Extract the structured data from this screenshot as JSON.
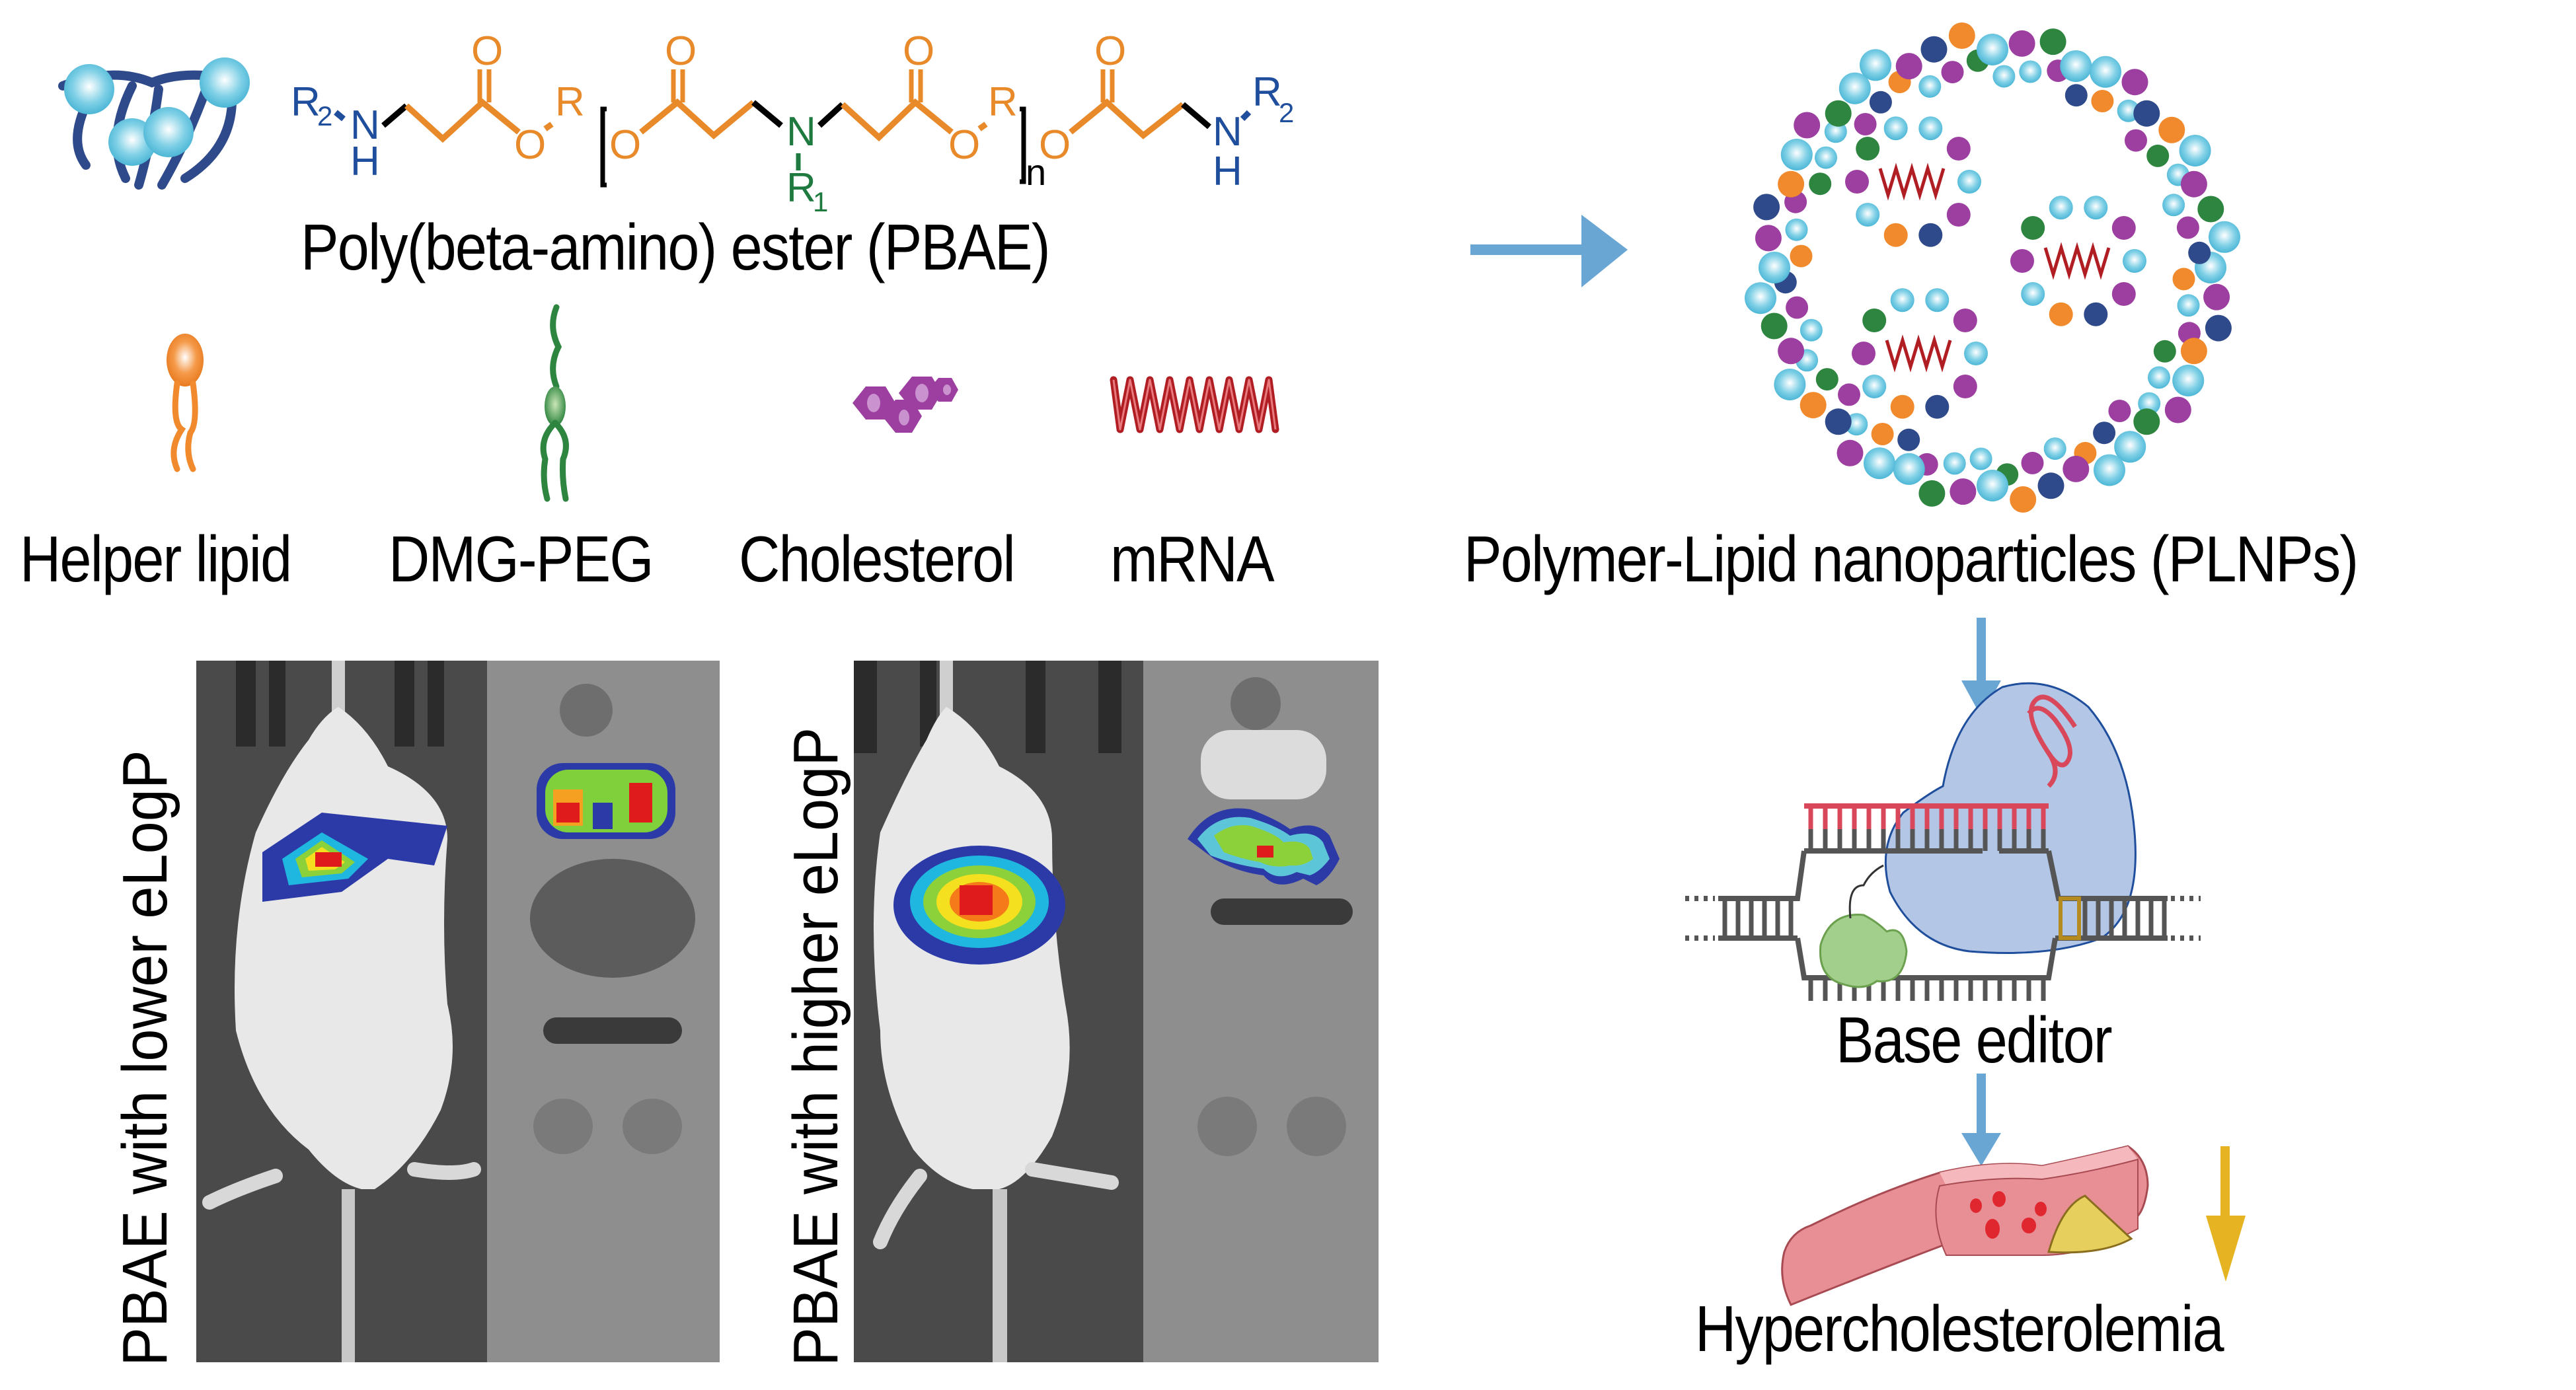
{
  "pbae": {
    "title": "Poly(beta-amino) ester (PBAE)",
    "atoms": {
      "r2_left": "R",
      "r2_left_sub": "2",
      "n_left": "N",
      "h_left": "H",
      "o_carbonyl_1": "O",
      "o_ester_1": "O",
      "r_1": "R",
      "o_ester_2": "O",
      "o_carbonyl_2": "O",
      "n_mid": "N",
      "r1": "R",
      "r1_sub": "1",
      "o_carbonyl_3": "O",
      "o_ester_3": "O",
      "r_2": "R",
      "repeat_n": "n",
      "o_ester_4": "O",
      "o_carbonyl_4": "O",
      "n_right": "N",
      "h_right": "H",
      "r2_right": "R",
      "r2_right_sub": "2"
    },
    "colors": {
      "amine": "#1f4e9c",
      "ester": "#e8892a",
      "r1": "#1e7a3e",
      "bond": "#000000"
    }
  },
  "components": [
    {
      "label": "Helper lipid",
      "icon": "helper-lipid-icon",
      "color": "#f08a2c"
    },
    {
      "label": "DMG-PEG",
      "icon": "dmg-peg-icon",
      "color": "#2e8540"
    },
    {
      "label": "Cholesterol",
      "icon": "cholesterol-icon",
      "color": "#9c3fa0"
    },
    {
      "label": "mRNA",
      "icon": "mrna-icon",
      "color": "#b01e23"
    }
  ],
  "nanoparticle": {
    "label": "Polymer-Lipid nanoparticles (PLNPs)"
  },
  "imaging": {
    "lower": {
      "label": "PBAE with lower eLogP"
    },
    "higher": {
      "label": "PBAE with higher eLogP"
    }
  },
  "base_editor": {
    "label": "Base editor"
  },
  "outcome": {
    "label": "Hypercholesterolemia"
  },
  "colors": {
    "arrow_blue": "#6aa6d4",
    "arrow_gold": "#e6b422",
    "protein_blue": "#b3c6e6",
    "deaminase_green": "#a3cf8c",
    "guide_red": "#d9475a"
  }
}
